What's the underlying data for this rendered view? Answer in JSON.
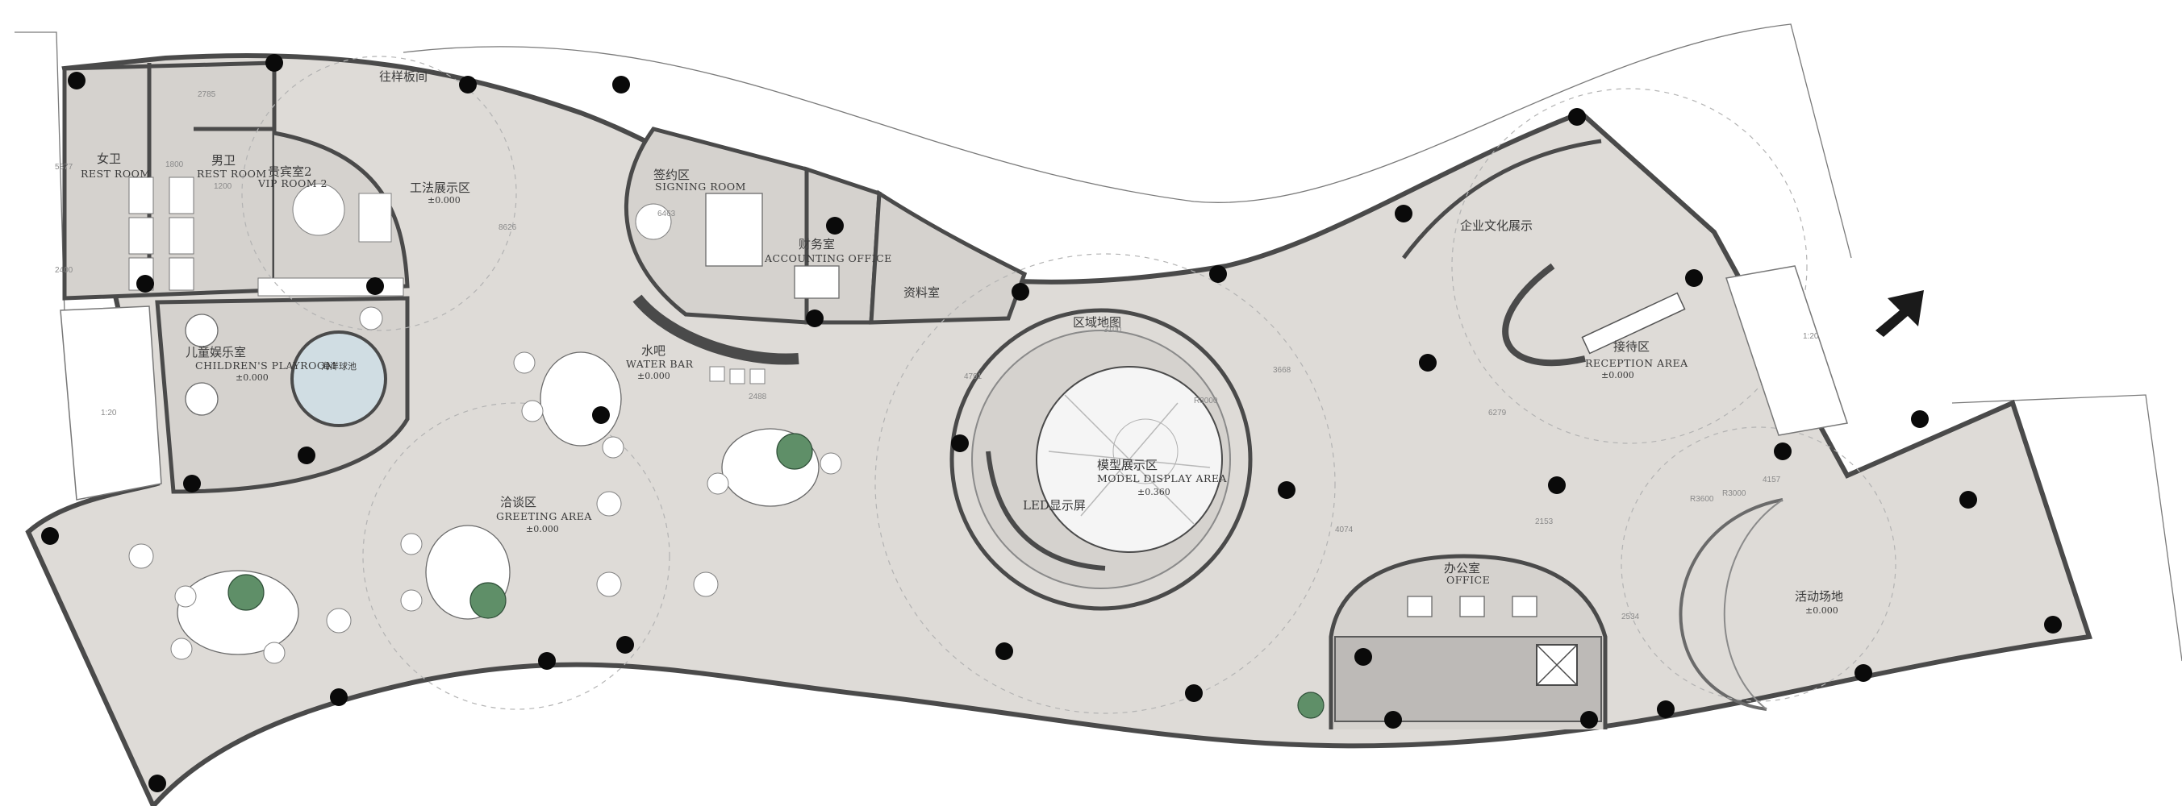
{
  "rooms": {
    "sample_room": {
      "cn": "往样板间"
    },
    "women_restroom": {
      "cn": "女卫",
      "en": "REST ROOM"
    },
    "men_restroom": {
      "cn": "男卫",
      "en": "REST ROOM"
    },
    "vip_room": {
      "cn": "贵宾室2",
      "en": "VIP ROOM 2"
    },
    "craft_display": {
      "cn": "工法展示区",
      "level": "±0.000"
    },
    "signing": {
      "cn": "签约区",
      "en": "SIGNING ROOM"
    },
    "accounting": {
      "cn": "财务室",
      "en": "ACCOUNTING OFFICE"
    },
    "archive": {
      "cn": "资料室"
    },
    "culture_display": {
      "cn": "企业文化展示"
    },
    "reception": {
      "cn": "接待区",
      "en": "RECEPTION AREA",
      "level": "±0.000"
    },
    "children_playroom": {
      "cn": "儿童娱乐室",
      "en": "CHILDREN'S PLAYROOM",
      "level": "±0.000"
    },
    "ball_pool": {
      "cn": "海洋球池"
    },
    "water_bar": {
      "cn": "水吧",
      "en": "WATER BAR",
      "level": "±0.000"
    },
    "region_map": {
      "cn": "区域地图"
    },
    "model_display": {
      "cn": "模型展示区",
      "en": "MODEL DISPLAY AREA",
      "level": "±0.360"
    },
    "led_screen": {
      "cn": "LED显示屏"
    },
    "greeting": {
      "cn": "洽谈区",
      "en": "GREETING AREA",
      "level": "±0.000"
    },
    "office": {
      "cn": "办公室",
      "en": "OFFICE"
    },
    "activity": {
      "cn": "活动场地",
      "level": "±0.000"
    }
  },
  "scale_left": "1:20",
  "scale_right": "1:20",
  "dimensions": {
    "d1": "1800",
    "d2": "1200",
    "d3": "2785",
    "d4": "5877",
    "d5": "2400",
    "d6": "8626",
    "d7": "6463",
    "d8": "3100",
    "d9": "4791",
    "d10": "3668",
    "d11": "R3000",
    "d12": "2488",
    "d13": "6279",
    "d14": "4074",
    "d15": "2153",
    "d16": "2534",
    "d17": "R3600",
    "d18": "R3000",
    "d19": "4157"
  },
  "colors": {
    "floor": "#dedbd7",
    "room": "#d5d2ce",
    "office_block": "#bdbab7",
    "column": "#0a0a0a"
  },
  "icons": [
    "entrance-arrow-icon",
    "plant-icon",
    "column-marker"
  ]
}
